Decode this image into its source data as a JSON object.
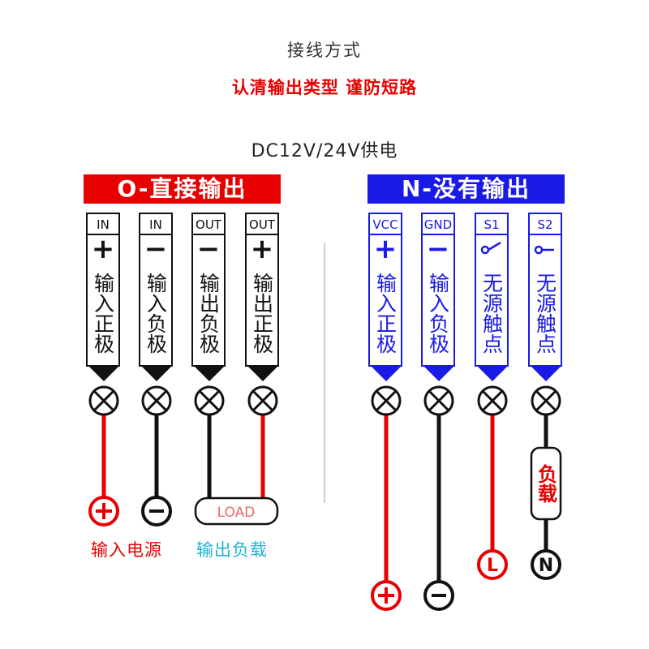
{
  "title": "接线方式",
  "warning": "认清输出类型 谨防短路",
  "supply": "DC12V/24V供电",
  "left_panel": {
    "banner": "O-直接输出",
    "terminals": [
      {
        "header": "IN",
        "sign": "+",
        "desc": "输入正极"
      },
      {
        "header": "IN",
        "sign": "−",
        "desc": "输入负极"
      },
      {
        "header": "OUT",
        "sign": "−",
        "desc": "输出负极"
      },
      {
        "header": "OUT",
        "sign": "+",
        "desc": "输出正极"
      }
    ],
    "load_label": "LOAD",
    "input_power_label": "输入电源",
    "output_load_label": "输出负载"
  },
  "right_panel": {
    "banner": "N-没有输出",
    "terminals": [
      {
        "header": "VCC",
        "sign": "+",
        "desc": "输入正极"
      },
      {
        "header": "GND",
        "sign": "−",
        "desc": "输入负极"
      },
      {
        "header": "S1",
        "sign": "",
        "desc": "无源触点"
      },
      {
        "header": "S2",
        "sign": "",
        "desc": "无源触点"
      }
    ],
    "load_label": "负载",
    "live_label": "L",
    "neutral_label": "N"
  },
  "colors": {
    "red": "#e80000",
    "blue": "#1a1ae6",
    "black": "#111111",
    "cyan": "#19b5d6"
  }
}
